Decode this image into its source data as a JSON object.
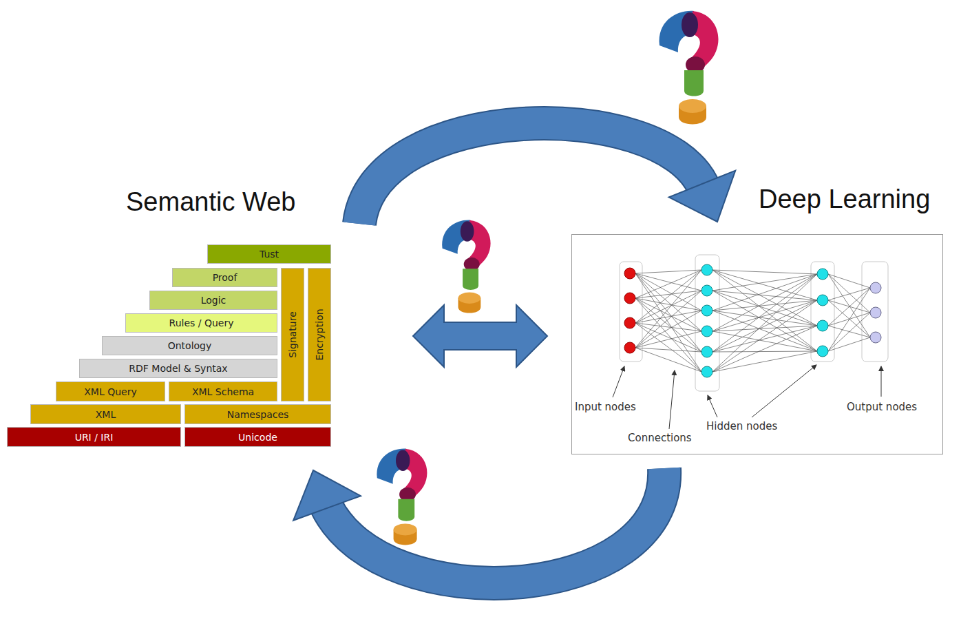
{
  "diagram": {
    "nodes": [
      {
        "text": [
          "Semantic Web"
        ]
      },
      {
        "text": [
          "Tust"
        ],
        "in": 0
      },
      {
        "text": [
          "Proof"
        ],
        "in": 0
      },
      {
        "text": [
          "Logic"
        ],
        "in": 0
      },
      {
        "text": [
          "Rules / Query"
        ],
        "in": 0
      },
      {
        "text": [
          "Ontology"
        ],
        "in": 0
      },
      {
        "text": [
          "RDF Model & Syntax"
        ],
        "in": 0
      },
      {
        "text": [
          "Signature"
        ],
        "in": 0
      },
      {
        "text": [
          "Encryption"
        ],
        "in": 0
      },
      {
        "text": [
          "XML Query"
        ],
        "in": 0
      },
      {
        "text": [
          "XML Schema"
        ],
        "in": 0
      },
      {
        "text": [
          "XML"
        ],
        "in": 0
      },
      {
        "text": [
          "Namespaces"
        ],
        "in": 0
      },
      {
        "text": [
          "URI / IRI"
        ],
        "in": 0
      },
      {
        "text": [
          "Unicode"
        ],
        "in": 0
      },
      {
        "text": [
          "Deep Learning"
        ]
      }
    ],
    "edges": [
      {
        "from": 0,
        "to": 15,
        "arrow": "to"
      },
      {
        "from": 0,
        "to": 15,
        "arrow": "both"
      },
      {
        "from": 15,
        "to": 0,
        "arrow": "to"
      }
    ],
    "labels": [
      "Input nodes",
      "Connections",
      "Hidden nodes",
      "Output nodes"
    ]
  }
}
